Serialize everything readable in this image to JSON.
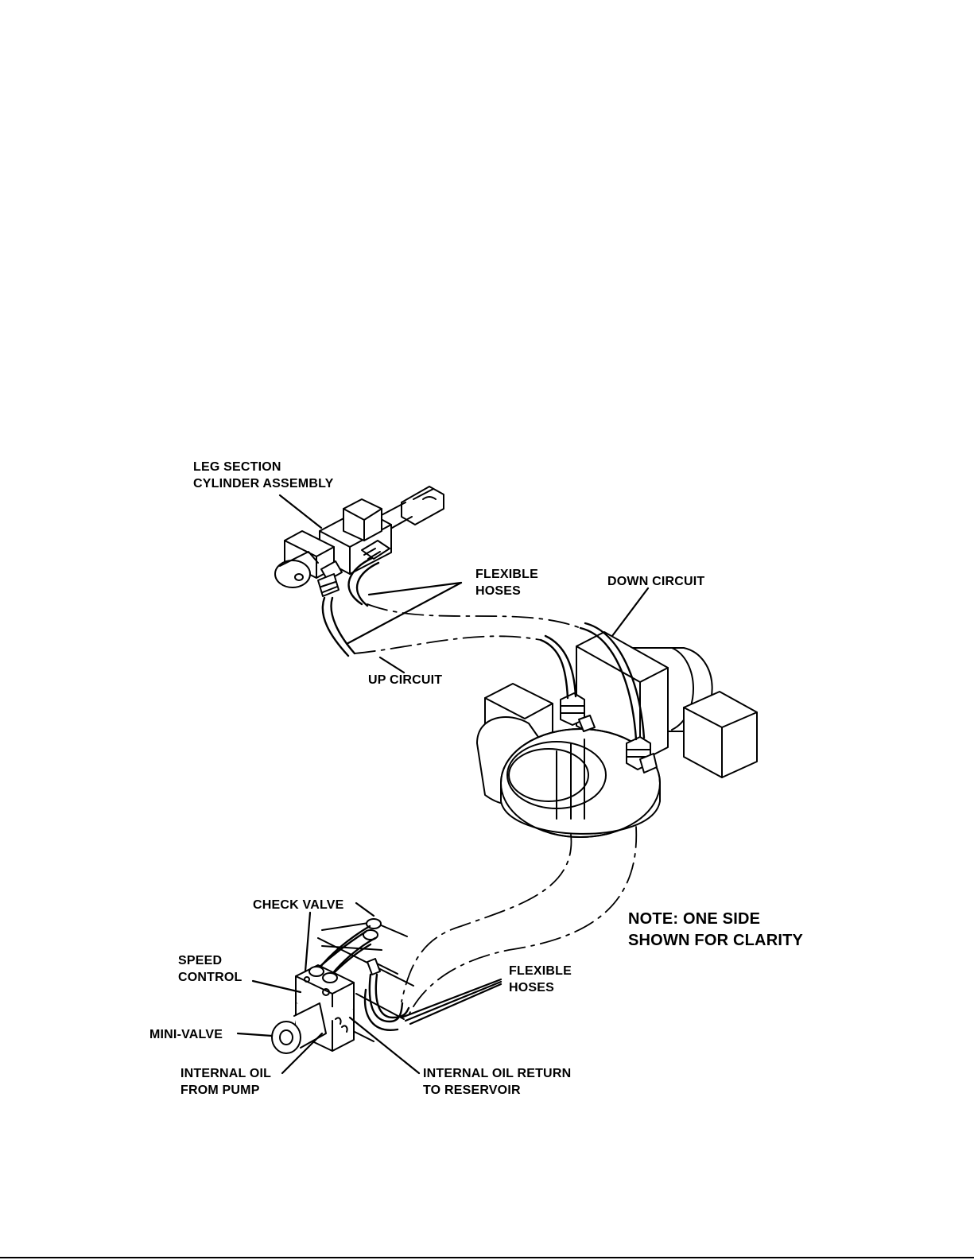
{
  "labels": {
    "leg_section_1": "LEG SECTION",
    "leg_section_2": "CYLINDER ASSEMBLY",
    "flexible_hoses_top_1": "FLEXIBLE",
    "flexible_hoses_top_2": "HOSES",
    "down_circuit": "DOWN CIRCUIT",
    "up_circuit": "UP CIRCUIT",
    "check_valve": "CHECK VALVE",
    "note_1": "NOTE:  ONE SIDE",
    "note_2": "SHOWN FOR CLARITY",
    "speed_control_1": "SPEED",
    "speed_control_2": "CONTROL",
    "flexible_hoses_bottom_1": "FLEXIBLE",
    "flexible_hoses_bottom_2": "HOSES",
    "mini_valve": "MINI-VALVE",
    "internal_oil_pump_1": "INTERNAL OIL",
    "internal_oil_pump_2": "FROM PUMP",
    "internal_oil_return_1": "INTERNAL OIL RETURN",
    "internal_oil_return_2": "TO RESERVOIR"
  },
  "colors": {
    "ink": "#000000",
    "paper": "#ffffff"
  }
}
